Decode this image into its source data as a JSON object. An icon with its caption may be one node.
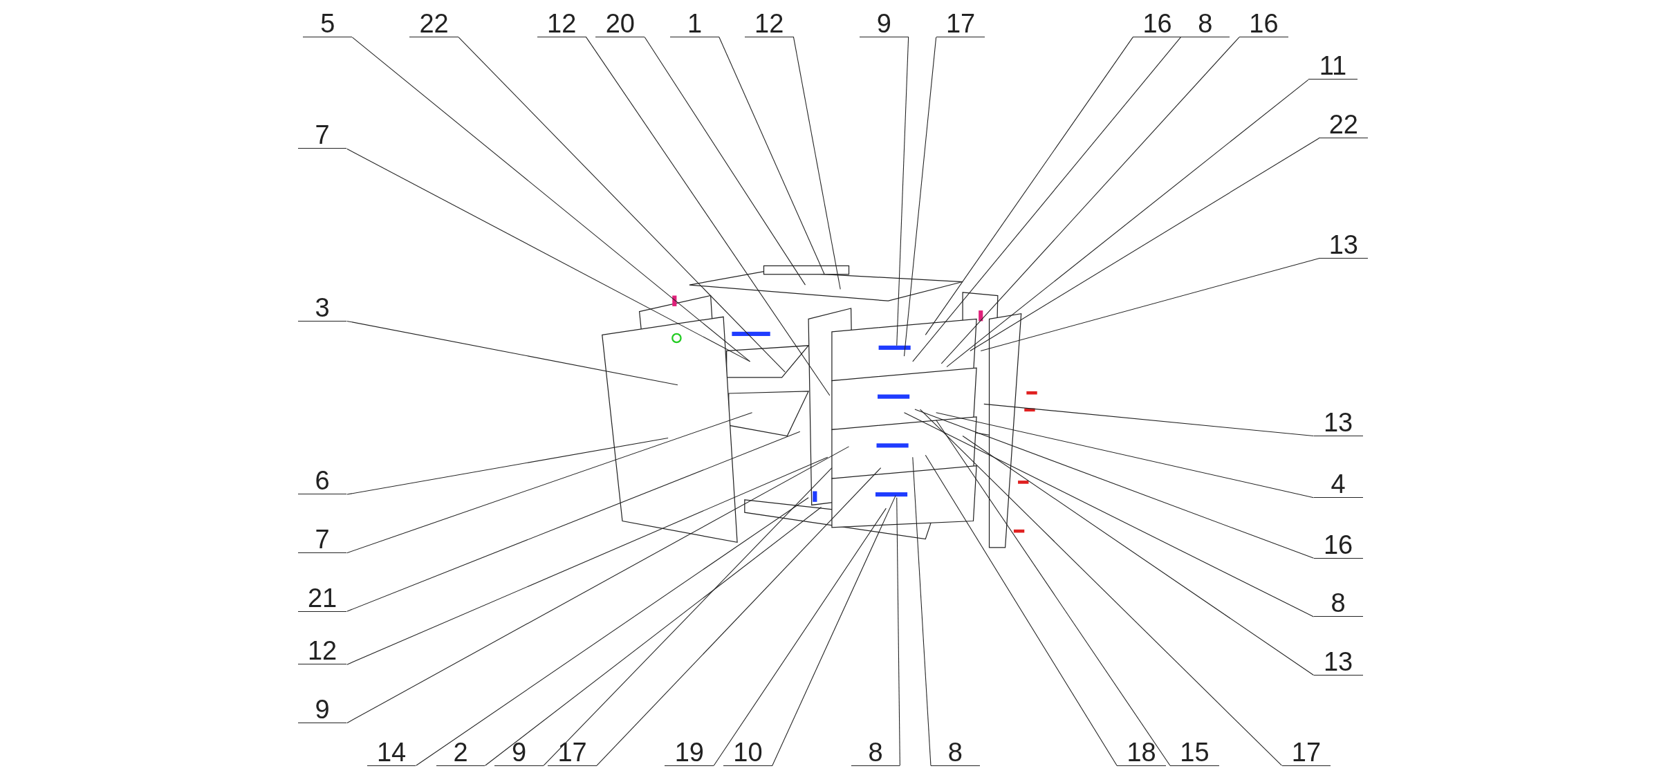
{
  "diagram": {
    "nodes": [
      {
        "text": [
          "5"
        ]
      },
      {
        "text": [
          "22"
        ]
      },
      {
        "text": [
          "12"
        ]
      },
      {
        "text": [
          "20"
        ]
      },
      {
        "text": [
          "1"
        ]
      },
      {
        "text": [
          "12"
        ]
      },
      {
        "text": [
          "9"
        ]
      },
      {
        "text": [
          "17"
        ]
      },
      {
        "text": [
          "16"
        ]
      },
      {
        "text": [
          "8"
        ]
      },
      {
        "text": [
          "16"
        ]
      },
      {
        "text": [
          "11"
        ]
      },
      {
        "text": [
          "22"
        ]
      },
      {
        "text": [
          "13"
        ]
      },
      {
        "text": [
          "7"
        ]
      },
      {
        "text": [
          "3"
        ]
      },
      {
        "text": [
          "6"
        ]
      },
      {
        "text": [
          "7"
        ]
      },
      {
        "text": [
          "21"
        ]
      },
      {
        "text": [
          "12"
        ]
      },
      {
        "text": [
          "9"
        ]
      },
      {
        "text": [
          "13"
        ]
      },
      {
        "text": [
          "4"
        ]
      },
      {
        "text": [
          "16"
        ]
      },
      {
        "text": [
          "8"
        ]
      },
      {
        "text": [
          "13"
        ]
      },
      {
        "text": [
          "14"
        ]
      },
      {
        "text": [
          "2"
        ]
      },
      {
        "text": [
          "9"
        ]
      },
      {
        "text": [
          "17"
        ]
      },
      {
        "text": [
          "19"
        ]
      },
      {
        "text": [
          "10"
        ]
      },
      {
        "text": [
          "8"
        ]
      },
      {
        "text": [
          "8"
        ]
      },
      {
        "text": [
          "18"
        ]
      },
      {
        "text": [
          "15"
        ]
      },
      {
        "text": [
          "17"
        ]
      }
    ],
    "edges": [
      {
        "from": 0,
        "to": null,
        "arrow": "none"
      },
      {
        "from": 1,
        "to": null,
        "arrow": "none"
      },
      {
        "from": 2,
        "to": null,
        "arrow": "none"
      },
      {
        "from": 3,
        "to": null,
        "arrow": "none"
      },
      {
        "from": 4,
        "to": null,
        "arrow": "none"
      },
      {
        "from": 5,
        "to": null,
        "arrow": "none"
      },
      {
        "from": 6,
        "to": null,
        "arrow": "none"
      },
      {
        "from": 7,
        "to": null,
        "arrow": "none"
      },
      {
        "from": 8,
        "to": null,
        "arrow": "none"
      },
      {
        "from": 9,
        "to": null,
        "arrow": "none"
      },
      {
        "from": 10,
        "to": null,
        "arrow": "none"
      },
      {
        "from": 11,
        "to": null,
        "arrow": "none"
      },
      {
        "from": 12,
        "to": null,
        "arrow": "none"
      },
      {
        "from": 13,
        "to": null,
        "arrow": "none"
      },
      {
        "from": 14,
        "to": null,
        "arrow": "none"
      },
      {
        "from": 15,
        "to": null,
        "arrow": "none"
      },
      {
        "from": 16,
        "to": null,
        "arrow": "none"
      },
      {
        "from": 17,
        "to": null,
        "arrow": "none"
      },
      {
        "from": 18,
        "to": null,
        "arrow": "none"
      },
      {
        "from": 19,
        "to": null,
        "arrow": "none"
      },
      {
        "from": 20,
        "to": null,
        "arrow": "none"
      },
      {
        "from": 21,
        "to": null,
        "arrow": "none"
      },
      {
        "from": 22,
        "to": null,
        "arrow": "none"
      },
      {
        "from": 23,
        "to": null,
        "arrow": "none"
      },
      {
        "from": 24,
        "to": null,
        "arrow": "none"
      },
      {
        "from": 25,
        "to": null,
        "arrow": "none"
      },
      {
        "from": 26,
        "to": null,
        "arrow": "none"
      },
      {
        "from": 27,
        "to": null,
        "arrow": "none"
      },
      {
        "from": 28,
        "to": null,
        "arrow": "none"
      },
      {
        "from": 29,
        "to": null,
        "arrow": "none"
      },
      {
        "from": 30,
        "to": null,
        "arrow": "none"
      },
      {
        "from": 31,
        "to": null,
        "arrow": "none"
      },
      {
        "from": 32,
        "to": null,
        "arrow": "none"
      },
      {
        "from": 33,
        "to": null,
        "arrow": "none"
      },
      {
        "from": 34,
        "to": null,
        "arrow": "none"
      },
      {
        "from": 35,
        "to": null,
        "arrow": "none"
      },
      {
        "from": 36,
        "to": null,
        "arrow": "none"
      }
    ]
  }
}
